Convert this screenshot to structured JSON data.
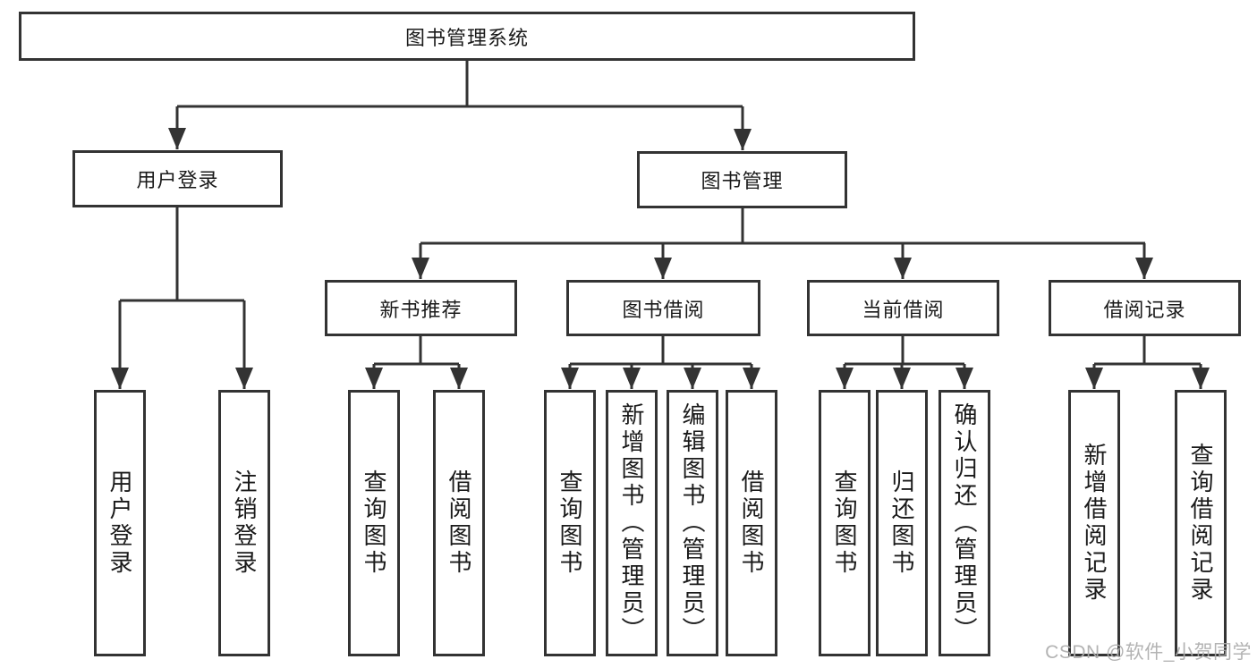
{
  "diagram_title": "图书管理系统",
  "watermark": "CSDN @软件_小贺同学",
  "colors": {
    "line": "#333333",
    "box_border": "#333333",
    "text": "#1a1a1a",
    "watermark": "#adadad",
    "background": "#ffffff"
  },
  "nodes": {
    "root": {
      "label": "图书管理系统"
    },
    "user_login": {
      "label": "用户登录"
    },
    "book_management": {
      "label": "图书管理"
    },
    "new_book_recommend": {
      "label": "新书推荐"
    },
    "book_borrowing": {
      "label": "图书借阅"
    },
    "current_borrowing": {
      "label": "当前借阅"
    },
    "borrow_records": {
      "label": "借阅记录"
    },
    "leaf_user_login": {
      "label": "用户登录"
    },
    "leaf_logout": {
      "label": "注销登录"
    },
    "leaf_query_books_1": {
      "label": "查询图书"
    },
    "leaf_borrow_books_1": {
      "label": "借阅图书"
    },
    "leaf_query_books_2": {
      "label": "查询图书"
    },
    "leaf_add_books_admin": {
      "label": "新增图书（管理员）"
    },
    "leaf_edit_books_admin": {
      "label": "编辑图书（管理员）"
    },
    "leaf_borrow_books_2": {
      "label": "借阅图书"
    },
    "leaf_query_books_3": {
      "label": "查询图书"
    },
    "leaf_return_books": {
      "label": "归还图书"
    },
    "leaf_confirm_return_admin": {
      "label": "确认归还（管理员）"
    },
    "leaf_add_borrow_record": {
      "label": "新增借阅记录"
    },
    "leaf_query_borrow_record": {
      "label": "查询借阅记录"
    }
  },
  "hierarchy": [
    {
      "parent": "图书管理系统",
      "children": [
        "用户登录",
        "图书管理"
      ]
    },
    {
      "parent": "用户登录",
      "children": [
        "用户登录",
        "注销登录"
      ]
    },
    {
      "parent": "图书管理",
      "children": [
        "新书推荐",
        "图书借阅",
        "当前借阅",
        "借阅记录"
      ]
    },
    {
      "parent": "新书推荐",
      "children": [
        "查询图书",
        "借阅图书"
      ]
    },
    {
      "parent": "图书借阅",
      "children": [
        "查询图书",
        "新增图书（管理员）",
        "编辑图书（管理员）",
        "借阅图书"
      ]
    },
    {
      "parent": "当前借阅",
      "children": [
        "查询图书",
        "归还图书",
        "确认归还（管理员）"
      ]
    },
    {
      "parent": "借阅记录",
      "children": [
        "新增借阅记录",
        "查询借阅记录"
      ]
    }
  ]
}
